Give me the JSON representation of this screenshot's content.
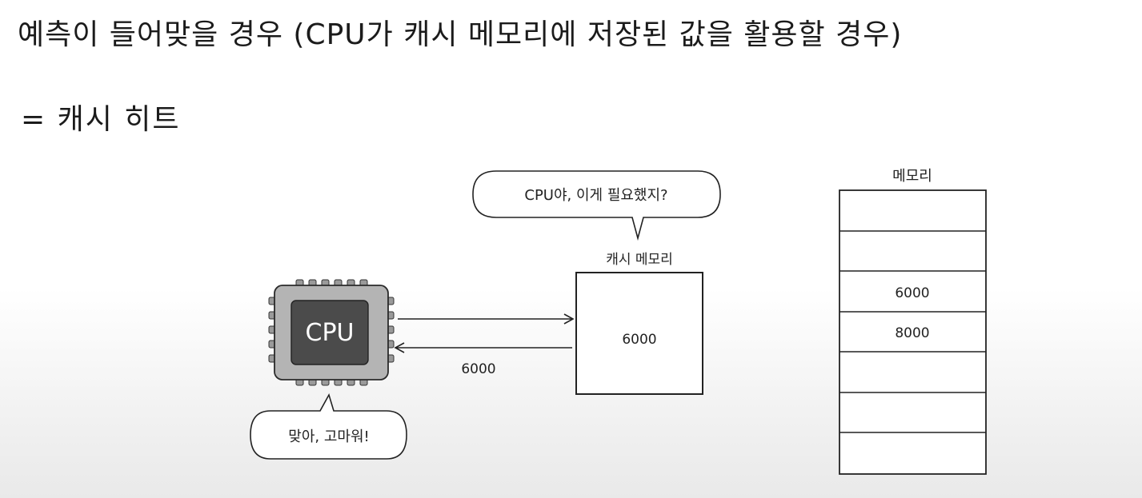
{
  "heading": {
    "title": "예측이 들어맞을 경우 (CPU가 캐시 메모리에 저장된 값을 활용할 경우)",
    "subtitle": "= 캐시 히트"
  },
  "diagram": {
    "cpu_label": "CPU",
    "cpu_bubble_text": "맞아, 고마워!",
    "cache_bubble_text": "CPU야, 이게 필요했지?",
    "cache_title": "캐시 메모리",
    "cache_value": "6000",
    "arrow_label": "6000",
    "memory_title": "메모리",
    "memory_cells": [
      "",
      "",
      "6000",
      "8000",
      "",
      "",
      ""
    ]
  }
}
